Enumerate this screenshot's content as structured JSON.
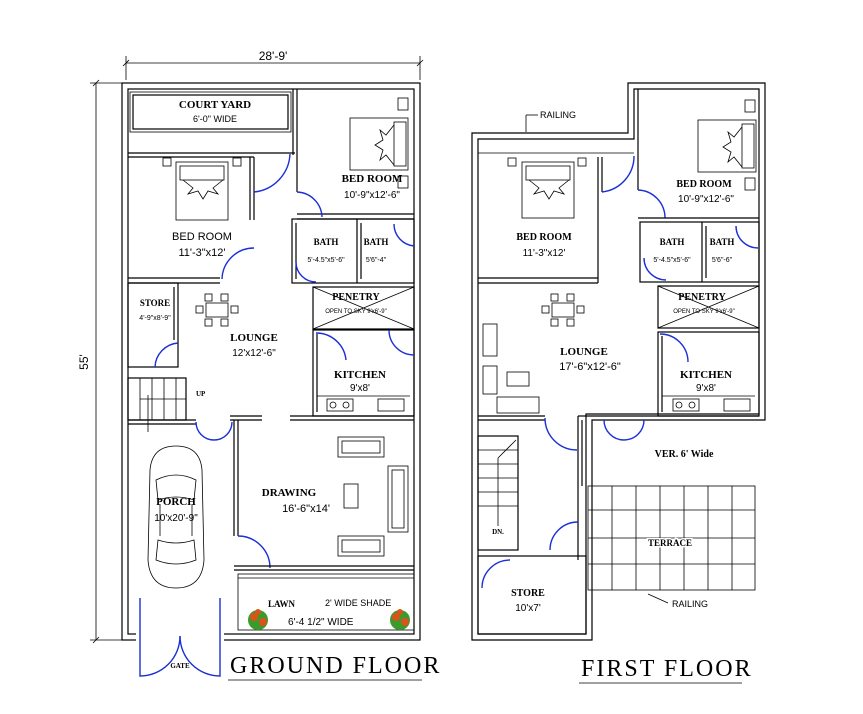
{
  "dims": {
    "width_label": "28'-9'",
    "height_label": "55'"
  },
  "ground_floor": {
    "title": "GROUND FLOOR",
    "court_yard": {
      "name": "COURT YARD",
      "size": "6'-0\" WIDE"
    },
    "bed_room_right": {
      "name": "BED ROOM",
      "size": "10'-9\"x12'-6\""
    },
    "bed_room_left": {
      "name": "BED ROOM",
      "size": "11'-3\"x12'"
    },
    "bath1": {
      "name": "BATH",
      "size": "5'-4.5\"x5'-6\""
    },
    "bath2": {
      "name": "BATH",
      "size": "5'6\"-4\""
    },
    "store": {
      "name": "STORE",
      "size": "4'-9\"x8'-9\""
    },
    "penetry": {
      "name": "PENETRY",
      "note": "OPEN TO SKY 9'x6'-9\""
    },
    "lounge": {
      "name": "LOUNGE",
      "size": "12'x12'-6\""
    },
    "kitchen": {
      "name": "KITCHEN",
      "size": "9'x8'"
    },
    "up": "UP",
    "drawing": {
      "name": "DRAWING",
      "size": "16'-6\"x14'"
    },
    "porch": {
      "name": "PORCH",
      "size": "10'x20'-9\""
    },
    "lawn": {
      "name": "LAWN",
      "shade": "2' WIDE SHADE",
      "size": "6'-4 1/2\" WIDE"
    },
    "gate": "GATE"
  },
  "first_floor": {
    "title": "FIRST FLOOR",
    "railing_top": "RAILING",
    "bed_room_right": {
      "name": "BED ROOM",
      "size": "10'-9\"x12'-6\""
    },
    "bed_room_left": {
      "name": "BED ROOM",
      "size": "11'-3\"x12'"
    },
    "bath1": {
      "name": "BATH",
      "size": "5'-4.5\"x5'-6\""
    },
    "bath2": {
      "name": "BATH",
      "size": "5'6\"-6\""
    },
    "penetry": {
      "name": "PENETRY",
      "note": "OPEN TO SKY 9'x6'-9\""
    },
    "lounge": {
      "name": "LOUNGE",
      "size": "17'-6\"x12'-6\""
    },
    "kitchen": {
      "name": "KITCHEN",
      "size": "9'x8'"
    },
    "verandah": "VER. 6' Wide",
    "terrace": "TERRACE",
    "dn": "DN.",
    "store": {
      "name": "STORE",
      "size": "10'x7'"
    },
    "railing_bottom": "RAILING"
  },
  "colors": {
    "door": "#1a2fd6",
    "lawn_flower": "#d9541c",
    "lawn_leaf": "#3a9b2b",
    "line": "#000000"
  }
}
